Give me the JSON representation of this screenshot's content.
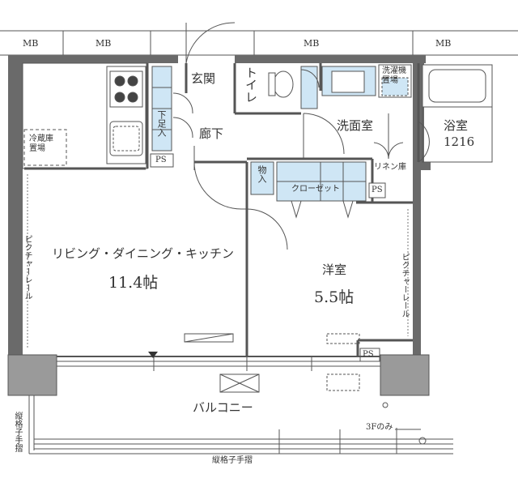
{
  "mb_labels": [
    "MB",
    "MB",
    "MB",
    "MB"
  ],
  "rooms": {
    "ldk_name": "リビング・ダイニング・キッチン",
    "ldk_size": "11.4帖",
    "western_name": "洋室",
    "western_size": "5.5帖",
    "bath_name": "浴室",
    "bath_size": "1216",
    "washroom": "洗面室",
    "entrance": "玄関",
    "hallway": "廊下",
    "toilet": "トイレ",
    "balcony": "バルコニー"
  },
  "fixtures": {
    "fridge": "冷蔵庫\n置場",
    "washer": "洗濯機\n置場",
    "shoe_box": "下足入",
    "storage": "物入",
    "closet": "クローゼット",
    "linen": "リネン庫",
    "ps": [
      "PS",
      "PS",
      "PS"
    ]
  },
  "notes": {
    "picture_rail": "ピクチャーレール",
    "lattice_handrail": "縦格子手摺",
    "third_floor_only": "3Fのみ"
  },
  "colors": {
    "wall": "#555555",
    "fill": "#cfe6f5",
    "line": "#444444"
  }
}
